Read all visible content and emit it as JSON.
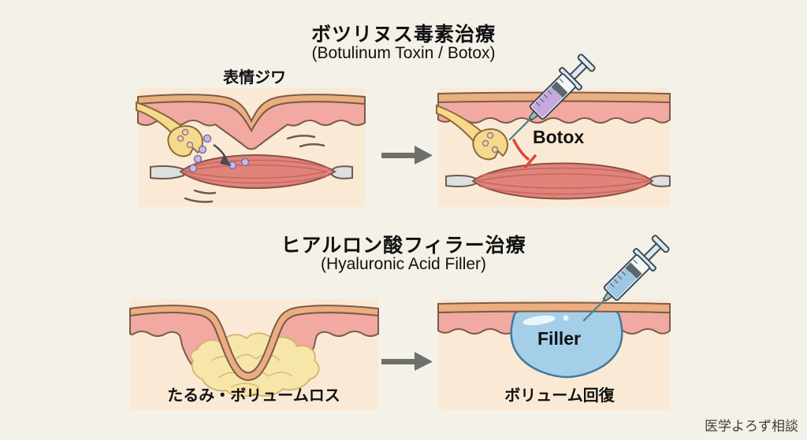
{
  "page": {
    "watermark": "医学よろず相談"
  },
  "botox_section": {
    "title": "ボツリヌス毒素治療",
    "subtitle": "(Botulinum Toxin / Botox)",
    "wrinkle_label": "表情ジワ",
    "injection_label": "Botox"
  },
  "filler_section": {
    "title": "ヒアルロン酸フィラー治療",
    "subtitle": "(Hyaluronic Acid Filler)",
    "before_label": "たるみ・ボリュームロス",
    "after_label": "ボリューム回復",
    "injection_label": "Filler"
  },
  "icons": {
    "arrow": "right-arrow-icon",
    "syringe_botox": "syringe-icon (purple liquid)",
    "syringe_filler": "syringe-icon (blue liquid)",
    "inhibition": "inhibition-bar-icon",
    "nerve": "nerve-ending",
    "muscle": "muscle-spindle"
  },
  "colors": {
    "background": "#F4F1E9",
    "panel_background": "#FAE9D4",
    "epidermis": "#ECAE7F",
    "dermis": "#F2A9A2",
    "outline": "#7A5C4B",
    "muscle": "#E0837A",
    "muscle_outline": "#8A4F45",
    "tendon": "#DCE1E0",
    "nerve": "#F7D98C",
    "nerve_outline": "#8A6B3F",
    "neurotransmitter": "#C9BCE0",
    "botox_liquid": "#C5A9DC",
    "filler_liquid": "#9CC8E5",
    "filler_blob": "#A5CFE9",
    "fat": "#F6E6A9",
    "arrow": "#6F6F6B",
    "inhibition": "#D9493C",
    "text": "#111111"
  }
}
